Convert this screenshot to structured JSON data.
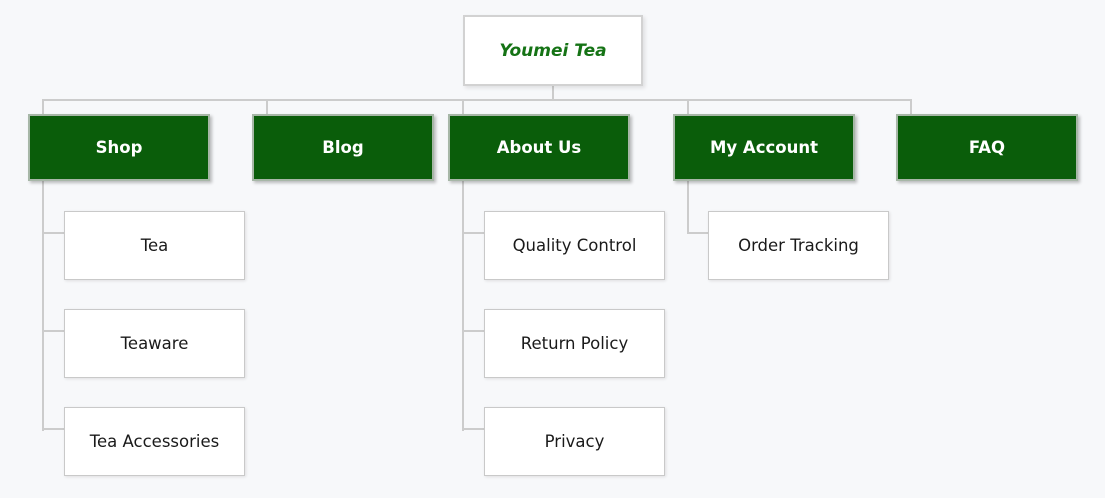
{
  "diagram": {
    "type": "sitemap-tree",
    "root": {
      "label": "Youmei Tea"
    },
    "sections": [
      {
        "label": "Shop",
        "children": [
          {
            "label": "Tea"
          },
          {
            "label": "Teaware"
          },
          {
            "label": "Tea Accessories"
          }
        ]
      },
      {
        "label": "Blog",
        "children": []
      },
      {
        "label": "About Us",
        "children": [
          {
            "label": "Quality Control"
          },
          {
            "label": "Return Policy"
          },
          {
            "label": "Privacy"
          }
        ]
      },
      {
        "label": "My Account",
        "children": [
          {
            "label": "Order Tracking"
          }
        ]
      },
      {
        "label": "FAQ",
        "children": []
      }
    ]
  },
  "palette": {
    "page_bg": "#f7f8fa",
    "section_fill": "#0a5d0a",
    "section_border": "#a7b7a7",
    "section_text": "#ffffff",
    "leaf_fill": "#ffffff",
    "leaf_border": "#c9c9c9",
    "leaf_text": "#1a1a1a",
    "root_text": "#157315",
    "connector": "#cccccc"
  }
}
